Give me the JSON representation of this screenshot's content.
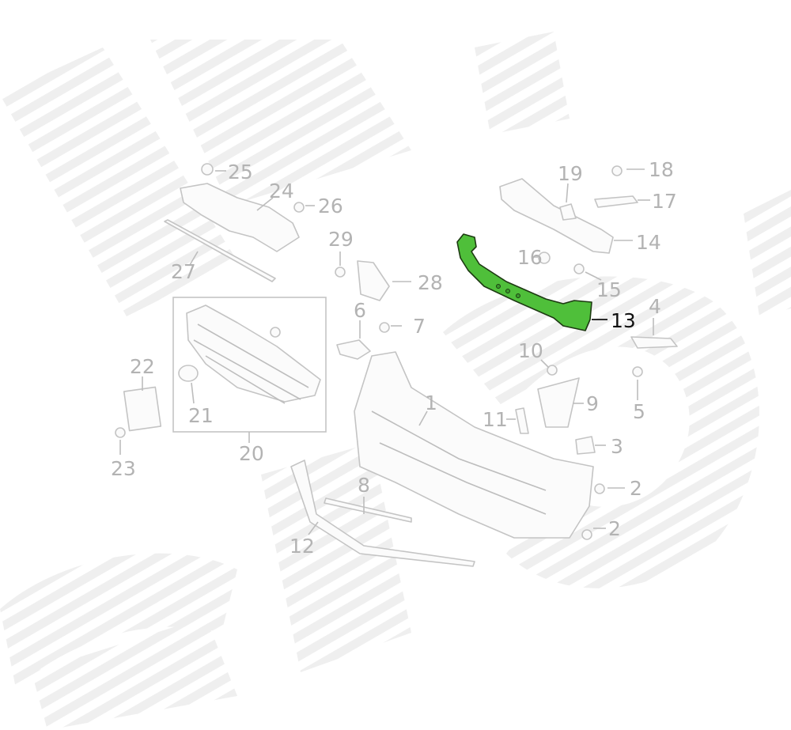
{
  "diagram": {
    "highlighted_part": "13",
    "highlight_color": "#4fbf3a",
    "watermark_color": "#eeeeee",
    "labels": [
      {
        "text": "25"
      },
      {
        "text": "24"
      },
      {
        "text": "26"
      },
      {
        "text": "27"
      },
      {
        "text": "29"
      },
      {
        "text": "28"
      },
      {
        "text": "6"
      },
      {
        "text": "7"
      },
      {
        "text": "22"
      },
      {
        "text": "21"
      },
      {
        "text": "20"
      },
      {
        "text": "23"
      },
      {
        "text": "19"
      },
      {
        "text": "18"
      },
      {
        "text": "17"
      },
      {
        "text": "14"
      },
      {
        "text": "16"
      },
      {
        "text": "15"
      },
      {
        "text": "13"
      },
      {
        "text": "4"
      },
      {
        "text": "10"
      },
      {
        "text": "9"
      },
      {
        "text": "11"
      },
      {
        "text": "5"
      },
      {
        "text": "1"
      },
      {
        "text": "3"
      },
      {
        "text": "2"
      },
      {
        "text": "2"
      },
      {
        "text": "8"
      },
      {
        "text": "12"
      }
    ]
  }
}
